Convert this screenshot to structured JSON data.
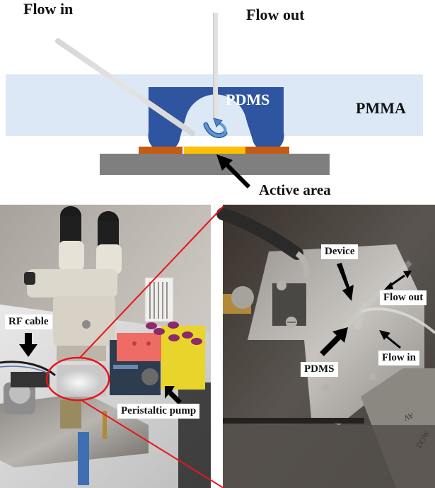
{
  "figure": {
    "schematic": {
      "labels": {
        "flow_in": "Flow in",
        "flow_out": "Flow out",
        "pdms": "PDMS",
        "pmma": "PMMA",
        "active_area": "Active area"
      },
      "colors": {
        "pmma": "#dce8f5",
        "pdms": "#2f55a0",
        "electrode": "#c55a11",
        "active_area": "#ffc000",
        "substrate": "#7f7f7f",
        "flow_arrow": "#4a86c8",
        "tube": "#e6e6e6"
      },
      "icons": {
        "active_area_pointer": "arrow-up-left-icon",
        "flow_circulation": "curved-arrow-icon"
      }
    },
    "photo_setup": {
      "labels": {
        "rf_cable": "RF cable",
        "peristaltic_pump": "Peristaltic pump"
      },
      "highlight_color": "#e8141c"
    },
    "photo_closeup": {
      "labels": {
        "device": "Device",
        "flow_out": "Flow out",
        "flow_in": "Flow in",
        "pdms": "PDMS"
      },
      "engravings": [
        "AV",
        "DOW"
      ]
    }
  }
}
